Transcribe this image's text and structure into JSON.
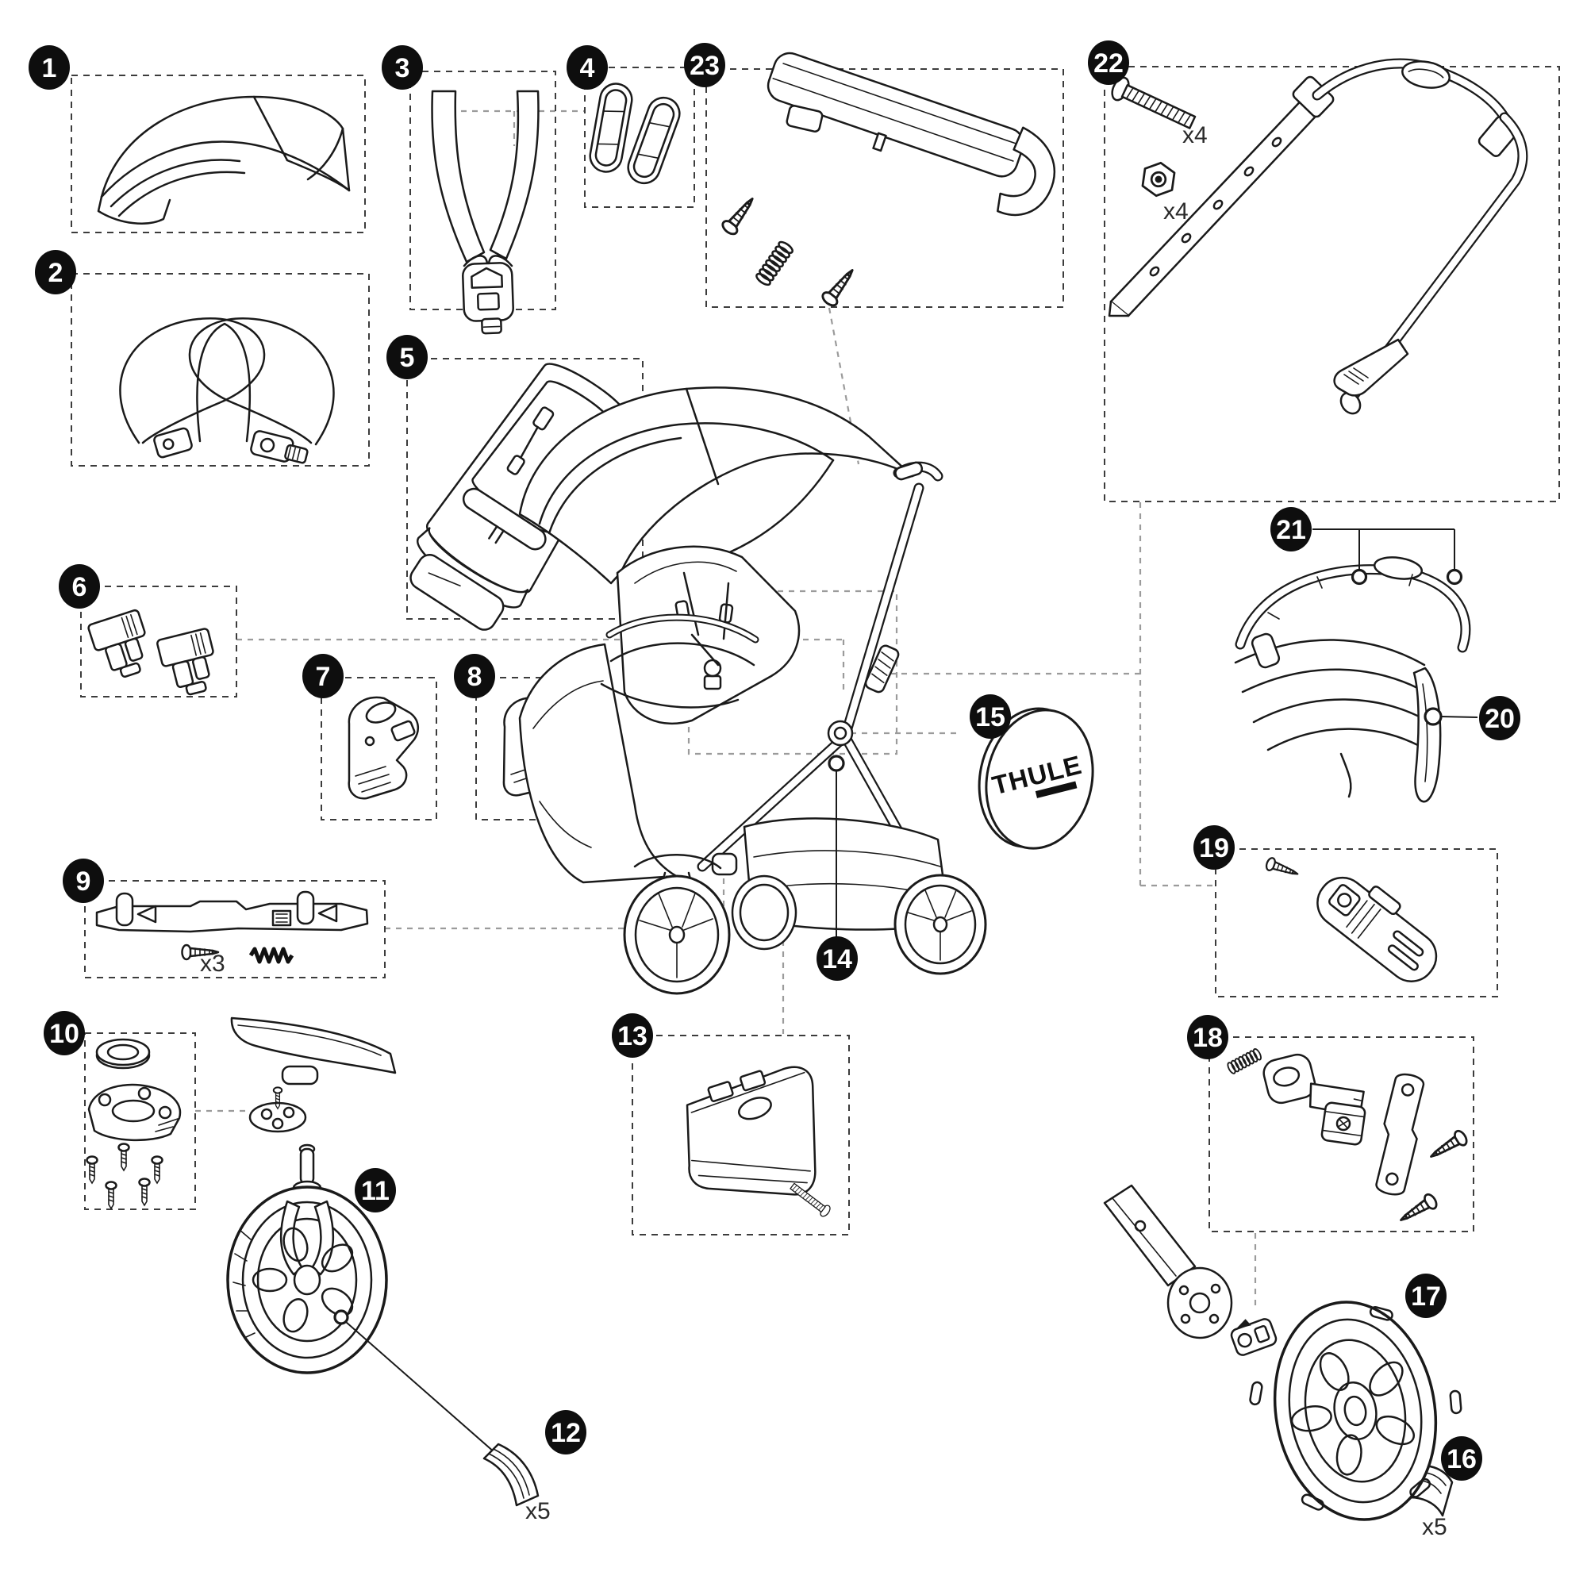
{
  "diagram": {
    "badges": [
      "1",
      "2",
      "3",
      "4",
      "5",
      "6",
      "7",
      "8",
      "9",
      "10",
      "11",
      "12",
      "13",
      "14",
      "15",
      "16",
      "17",
      "18",
      "19",
      "20",
      "21",
      "22",
      "23"
    ],
    "labels": {
      "part9_screw_qty": "x3",
      "part12_qty": "x5",
      "part16_qty": "x5",
      "part22_bolt_qty": "x4",
      "part22_nut_qty": "x4"
    },
    "logo": "THULE"
  }
}
